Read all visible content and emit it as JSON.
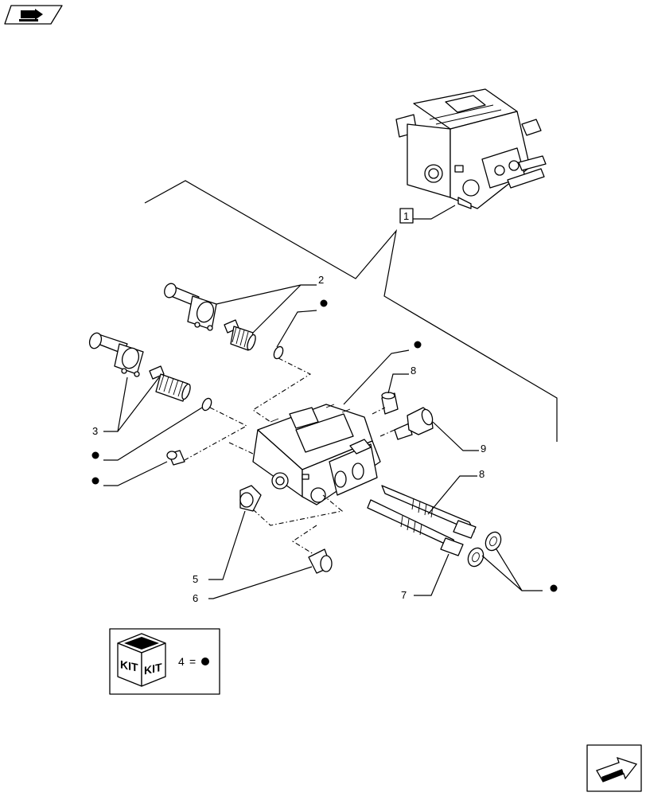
{
  "callouts": {
    "assembly": "1",
    "spool_cap_upper": "2",
    "spool_cap_lower": "3",
    "plug_left": "5",
    "plug_bottom": "6",
    "spool_front": "7",
    "plug_top": "8",
    "spool_rear": "8",
    "fitting": "9"
  },
  "kit_legend": {
    "box_label": "KIT",
    "equation_number": "4",
    "equation_sign": "="
  },
  "icons": {
    "top_left": "book-arrow-icon",
    "bottom_right": "next-page-arrow-icon",
    "kit_marker": "filled-dot-icon"
  }
}
